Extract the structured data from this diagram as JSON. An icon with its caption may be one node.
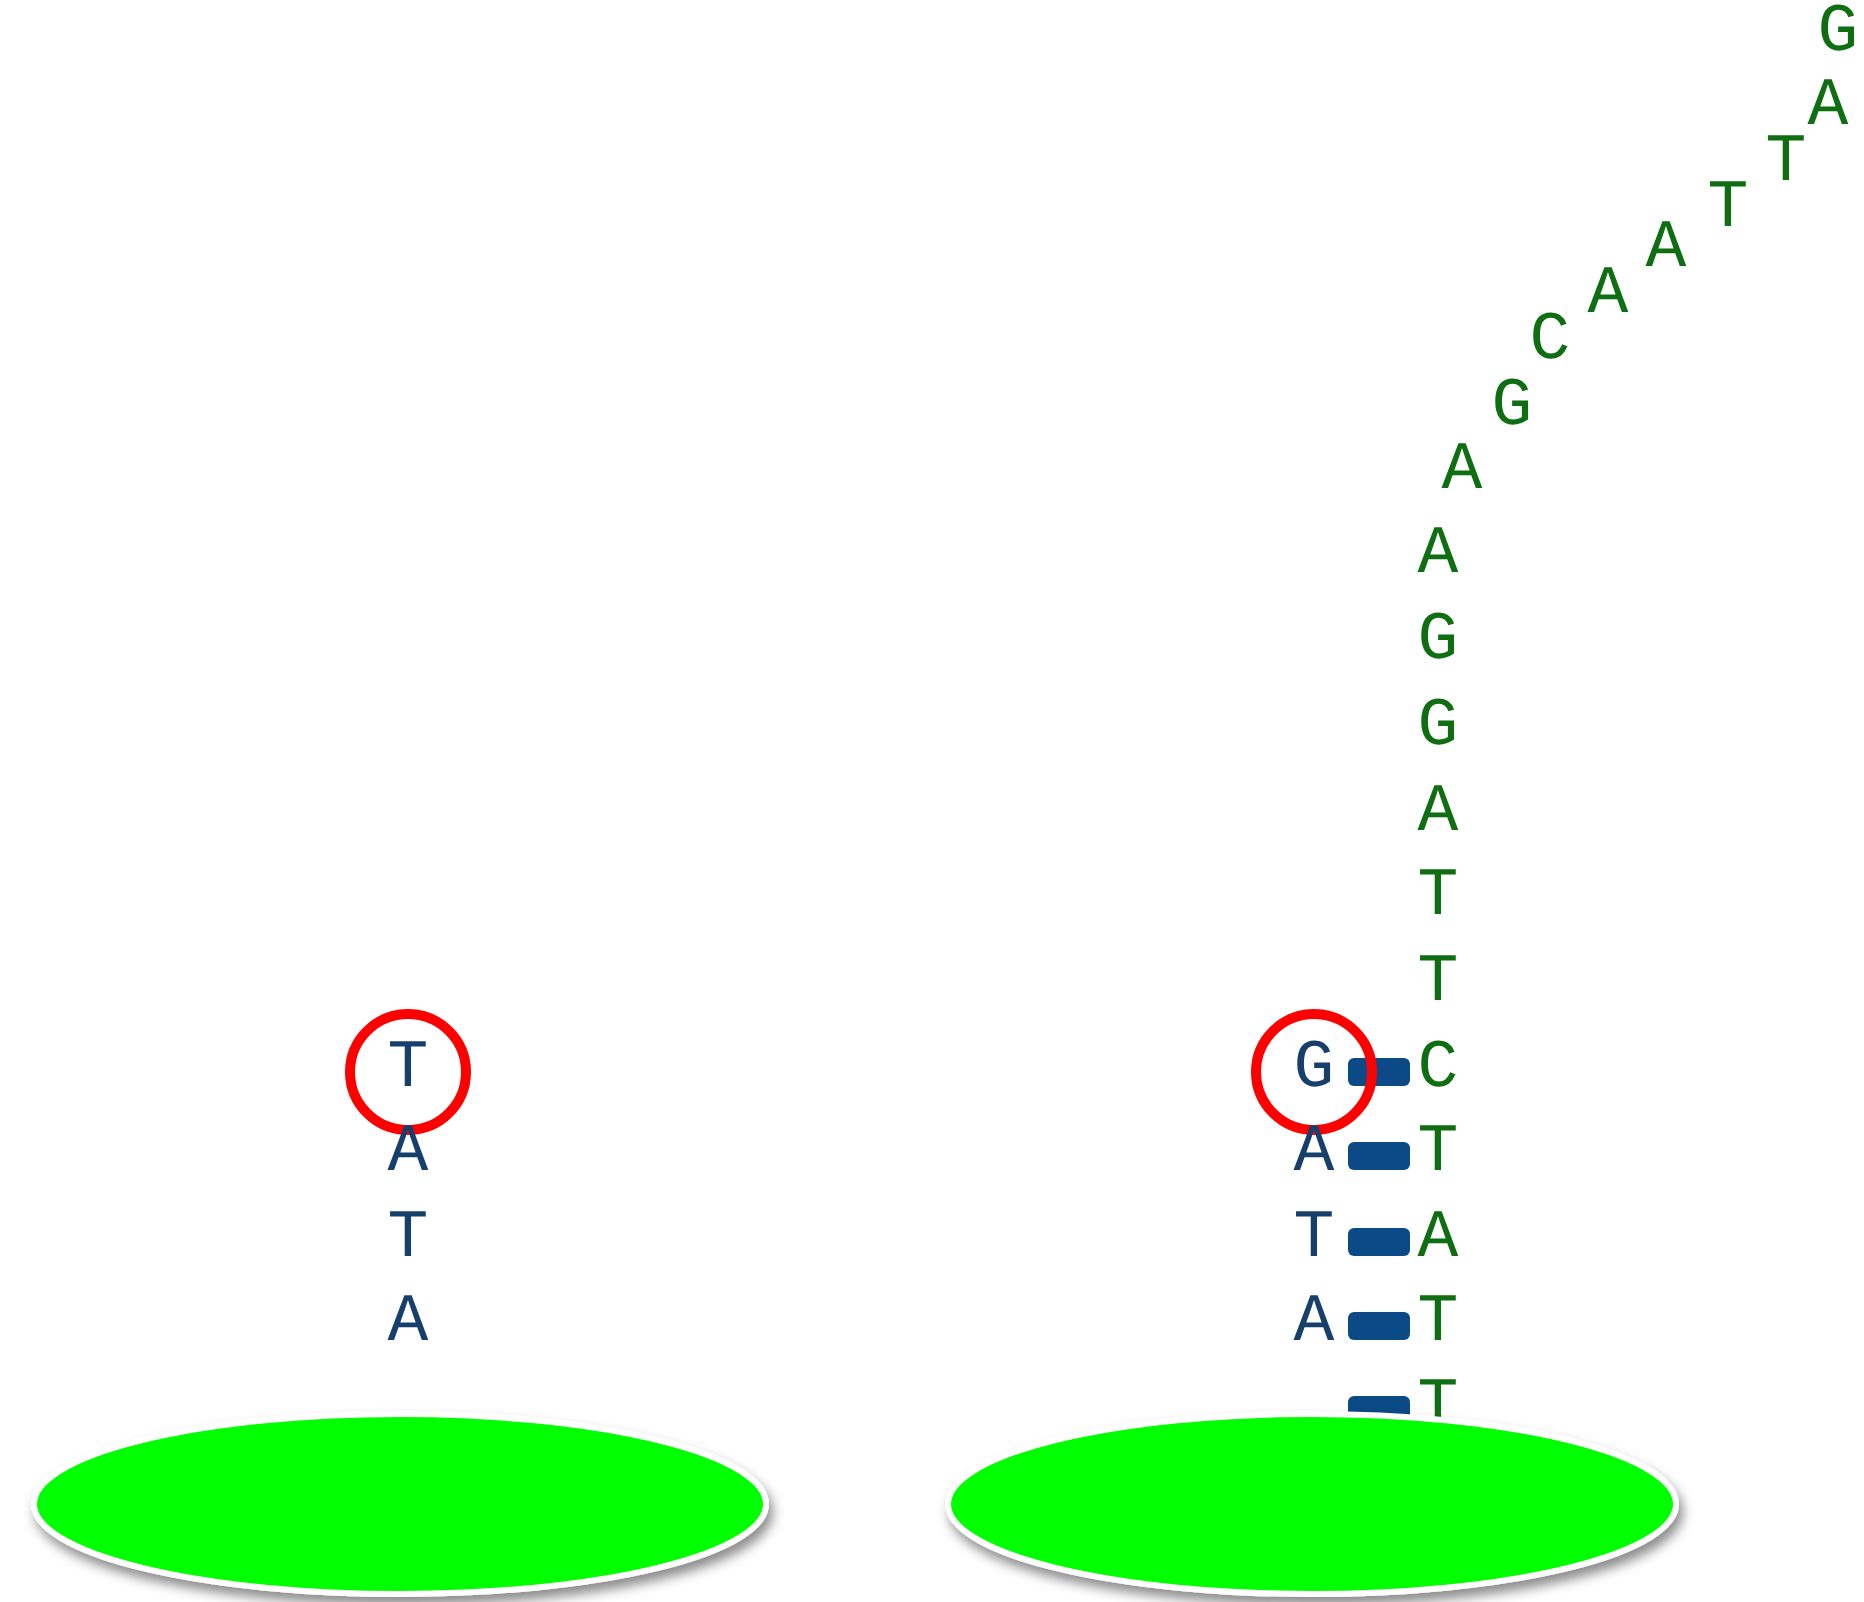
{
  "diagram": {
    "nodes": [
      {
        "text": [],
        "shape": "ellipse"
      },
      {
        "text": [],
        "shape": "ellipse"
      }
    ],
    "labels": [
      "G",
      "A",
      "T",
      "T",
      "A",
      "A",
      "C",
      "G",
      "A",
      "A",
      "G",
      "G",
      "A",
      "T",
      "T",
      "T",
      "G",
      "C",
      "A",
      "A",
      "T",
      "T",
      "T",
      "A",
      "A",
      "A",
      "T",
      "T"
    ]
  }
}
